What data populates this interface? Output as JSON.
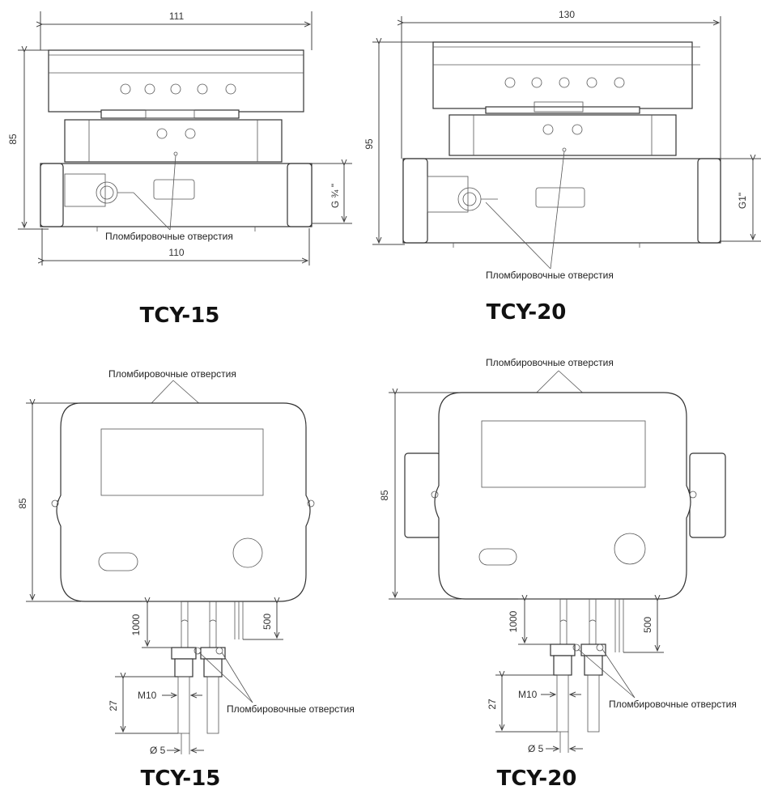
{
  "top_left": {
    "dim_width_top": "111",
    "dim_height": "85",
    "dim_width_bottom": "110",
    "dim_thread": "G ¾ \"",
    "seal_label": "Пломбировочные отверстия",
    "model": "TCY-15"
  },
  "top_right": {
    "dim_width_top": "130",
    "dim_height": "95",
    "dim_thread": "G1\"",
    "seal_label": "Пломбировочные отверстия",
    "model": "TCY-20"
  },
  "bottom_left": {
    "seal_label_top": "Пломбировочные отверстия",
    "dim_height": "85",
    "dim_cable_1": "1000",
    "dim_cable_2": "500",
    "dim_sensor_len": "27",
    "dim_thread": "M10",
    "dim_diameter": "Ø 5",
    "seal_label_side": "Пломбировочные отверстия",
    "model": "TCY-15"
  },
  "bottom_right": {
    "seal_label_top": "Пломбировочные отверстия",
    "dim_height": "85",
    "dim_cable_1": "1000",
    "dim_cable_2": "500",
    "dim_sensor_len": "27",
    "dim_thread": "M10",
    "dim_diameter": "Ø 5",
    "seal_label_side": "Пломбировочные отверстия",
    "model": "TCY-20"
  }
}
